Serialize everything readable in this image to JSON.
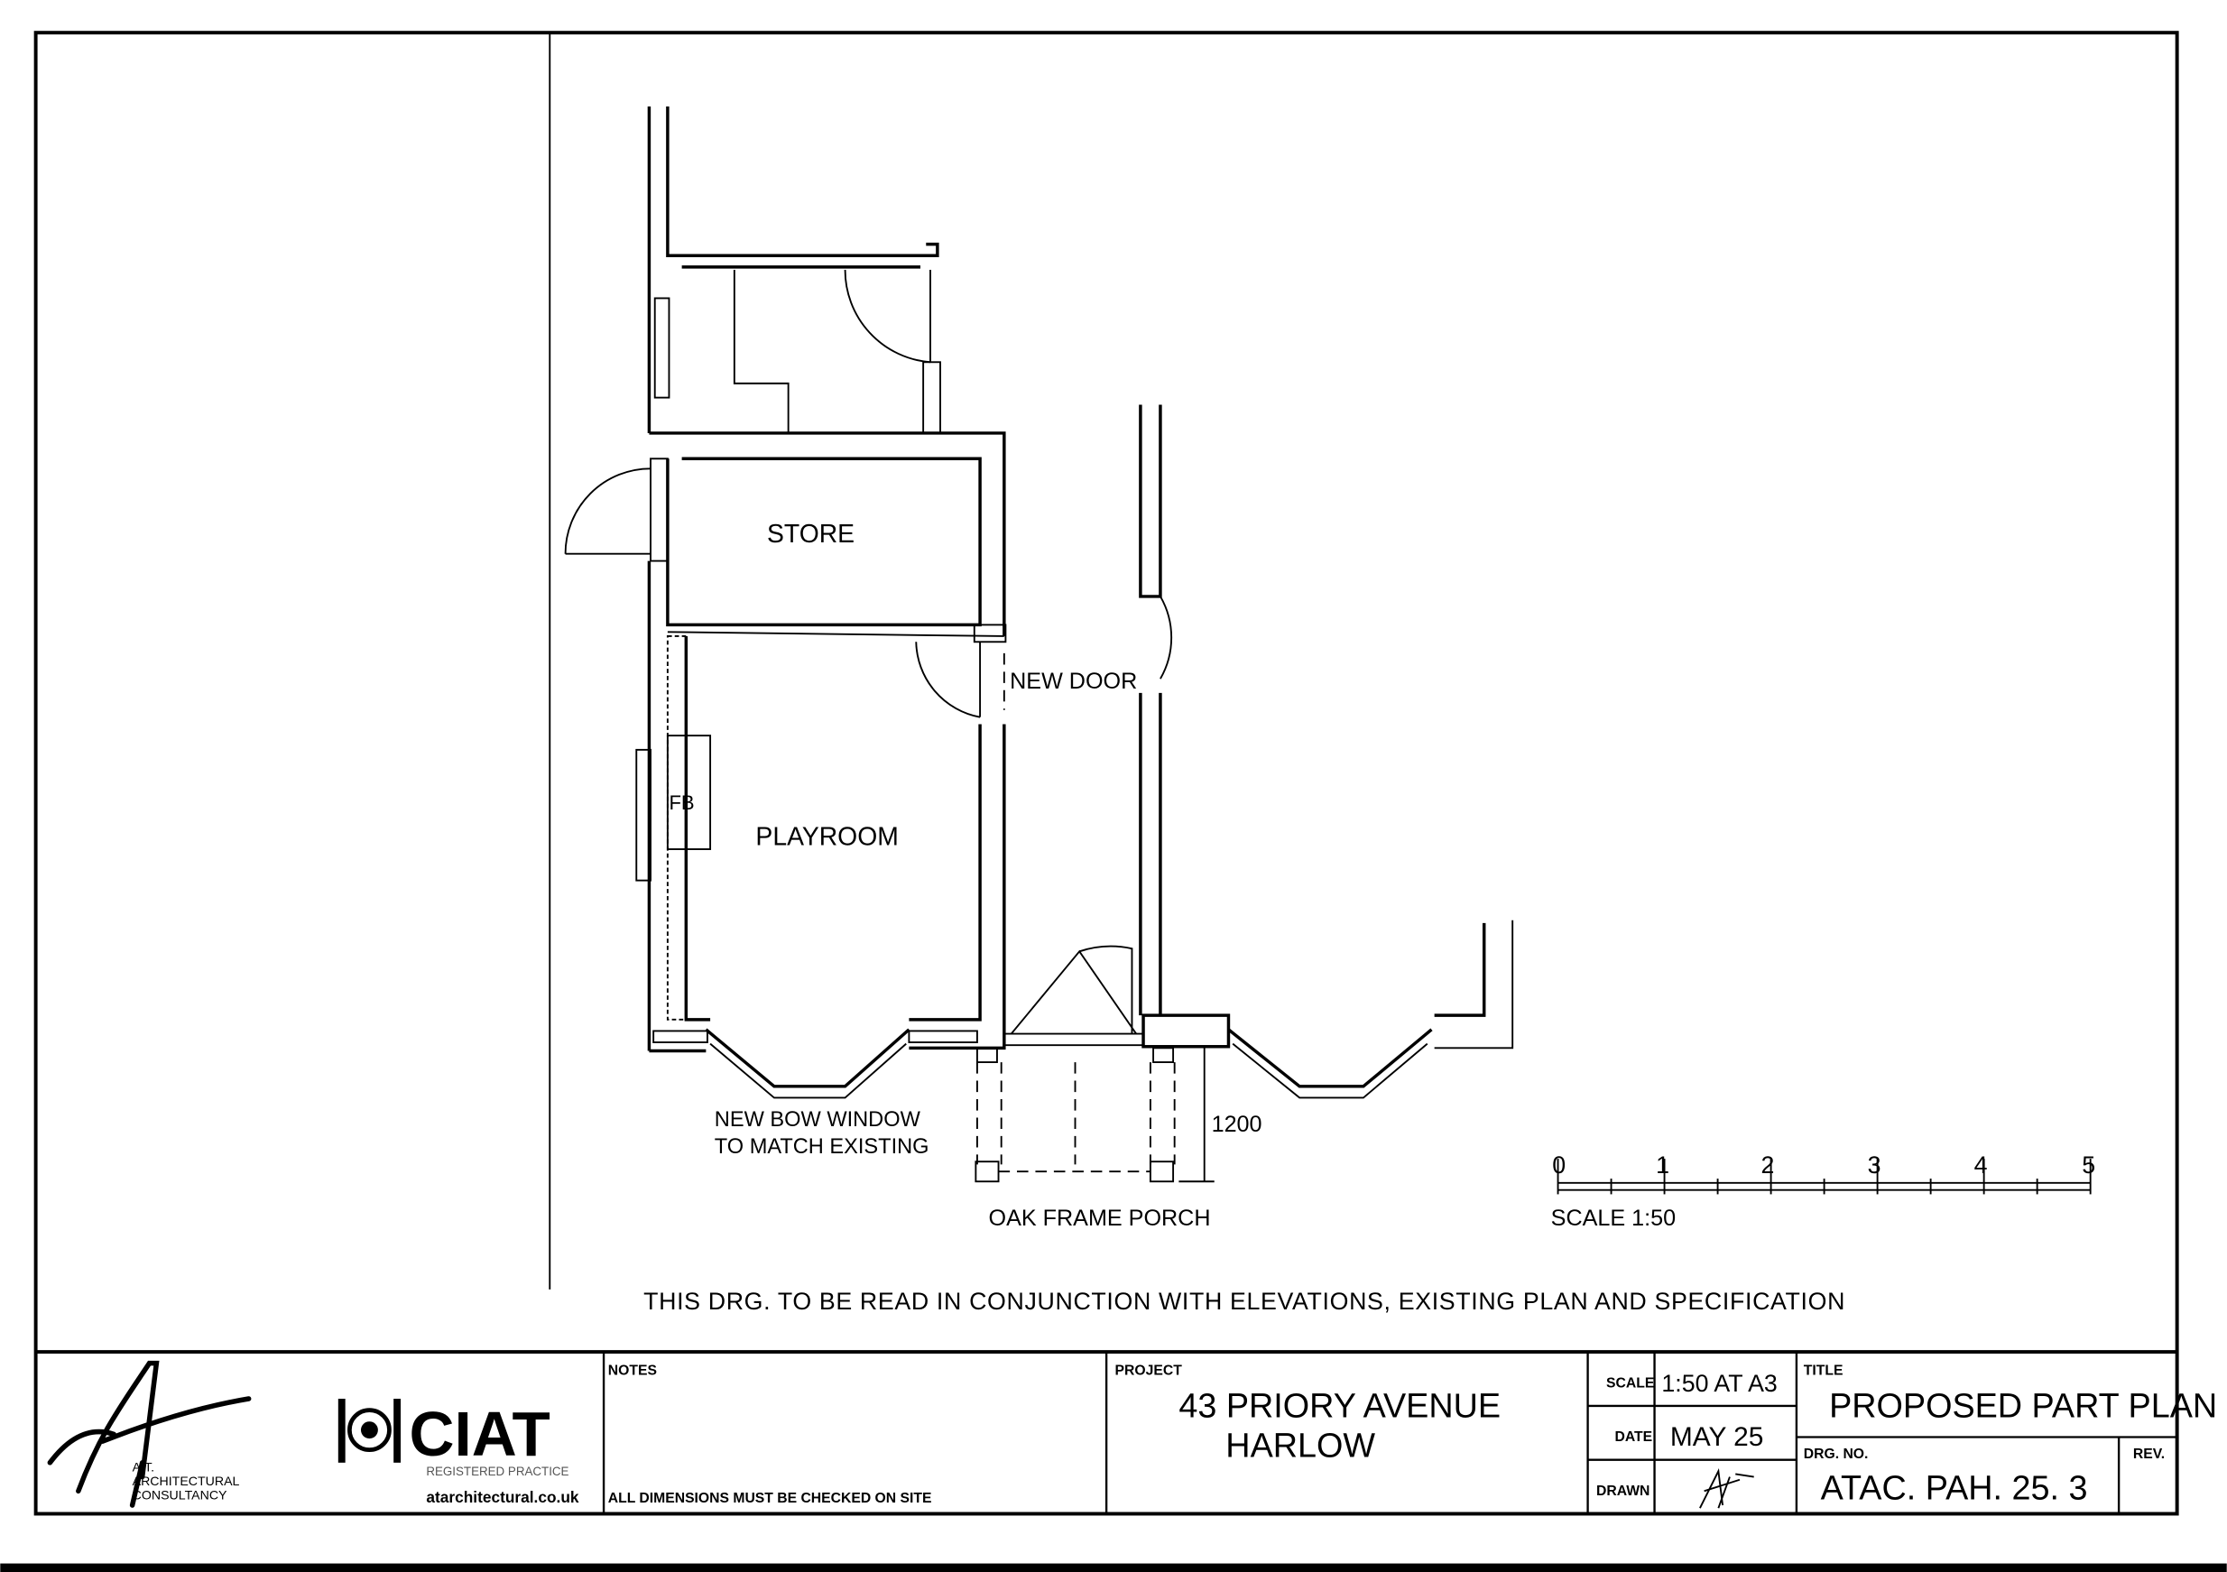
{
  "drawing": {
    "rooms": {
      "store": "STORE",
      "playroom": "PLAYROOM",
      "fb": "FB"
    },
    "annotations": {
      "new_door": "NEW DOOR",
      "bow_window_line1": "NEW BOW WINDOW",
      "bow_window_line2": "TO MATCH EXISTING",
      "porch_dimension": "1200",
      "oak_frame_porch": "OAK FRAME PORCH"
    },
    "scale_bar": {
      "ticks": [
        "0",
        "1",
        "2",
        "3",
        "4",
        "5"
      ],
      "label": "SCALE 1:50"
    },
    "general_note": "THIS DRG. TO BE READ IN CONJUNCTION WITH ELEVATIONS, EXISTING PLAN AND SPECIFICATION"
  },
  "title_block": {
    "company": {
      "line1": "A.T.",
      "line2": "ARCHITECTURAL",
      "line3": "CONSULTANCY",
      "logo_text": "AT"
    },
    "ciat": {
      "logo_text": "CIAT",
      "registered": "REGISTERED PRACTICE",
      "website": "atarchitectural.co.uk"
    },
    "notes": {
      "label": "NOTES",
      "text": "ALL DIMENSIONS MUST BE CHECKED ON SITE"
    },
    "project": {
      "label": "PROJECT",
      "line1": "43 PRIORY AVENUE",
      "line2": "HARLOW"
    },
    "scale": {
      "label": "SCALE",
      "value": "1:50 AT A3"
    },
    "date": {
      "label": "DATE",
      "value": "MAY 25"
    },
    "drawn": {
      "label": "DRAWN",
      "value": "AT"
    },
    "title": {
      "label": "TITLE",
      "value": "PROPOSED PART PLAN"
    },
    "drg_no": {
      "label": "DRG. NO.",
      "value": "ATAC. PAH. 25. 3"
    },
    "rev": {
      "label": "REV.",
      "value": ""
    }
  }
}
